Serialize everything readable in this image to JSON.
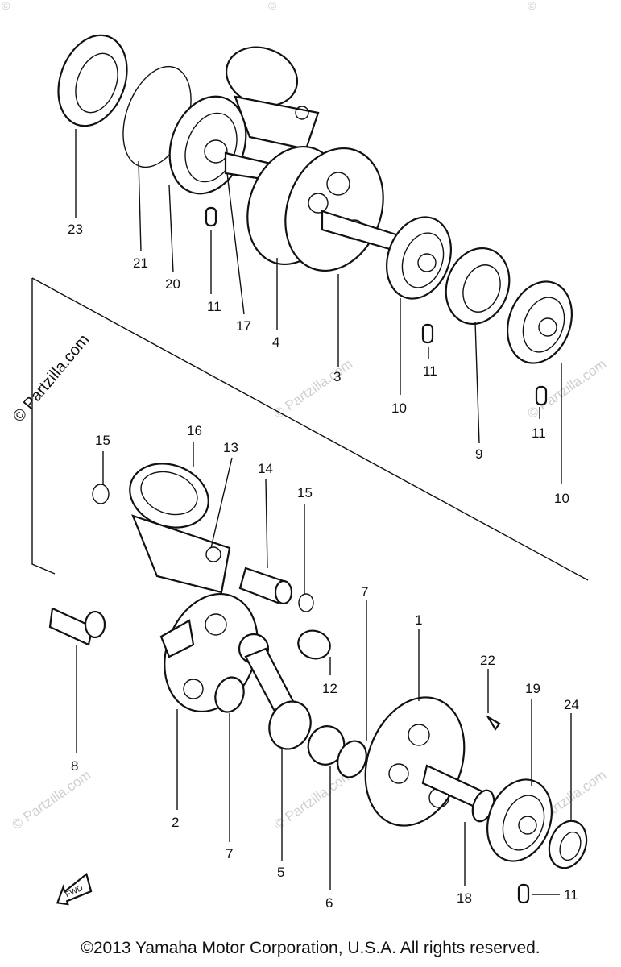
{
  "watermark_text": "© Partzilla.com",
  "side_watermark": "© Partzilla.com",
  "copyright": "©2013 Yamaha Motor Corporation, U.S.A. All rights reserved.",
  "fwd_label": "FWD",
  "callouts": {
    "c23": "23",
    "c21": "21",
    "c20": "20",
    "c11a": "11",
    "c17": "17",
    "c4": "4",
    "c3": "3",
    "c10a": "10",
    "c11b": "11",
    "c9": "9",
    "c11c": "11",
    "c10b": "10",
    "c15a": "15",
    "c16": "16",
    "c13": "13",
    "c14": "14",
    "c15b": "15",
    "c12": "12",
    "c7a": "7",
    "c1": "1",
    "c22": "22",
    "c19": "19",
    "c24": "24",
    "c8": "8",
    "c2": "2",
    "c7b": "7",
    "c5": "5",
    "c6": "6",
    "c18": "18",
    "c11d": "11"
  }
}
